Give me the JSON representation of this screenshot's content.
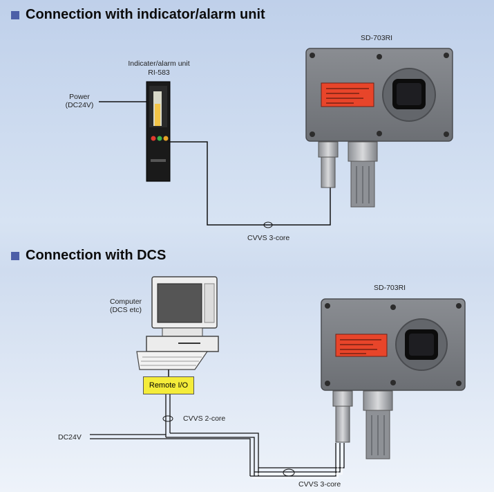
{
  "section1": {
    "title": "Connection with indicator/alarm unit",
    "unit_label": "Indicater/alarm unit",
    "unit_model": "RI-583",
    "power_label_1": "Power",
    "power_label_2": "(DC24V)",
    "sensor_label": "SD-703RI",
    "cable_label": "CVVS 3-core"
  },
  "section2": {
    "title": "Connection with DCS",
    "computer_label_1": "Computer",
    "computer_label_2": "(DCS etc)",
    "remote_io": "Remote I/O",
    "cable1_label": "CVVS 2-core",
    "dc_label": "DC24V",
    "sensor_label": "SD-703RI",
    "cable2_label": "CVVS 3-core"
  },
  "colors": {
    "title_square": "#4d5fa8",
    "remote_io_box": "#f4ec3a",
    "housing": "#7a7d82",
    "nameplate": "#e8452a"
  }
}
